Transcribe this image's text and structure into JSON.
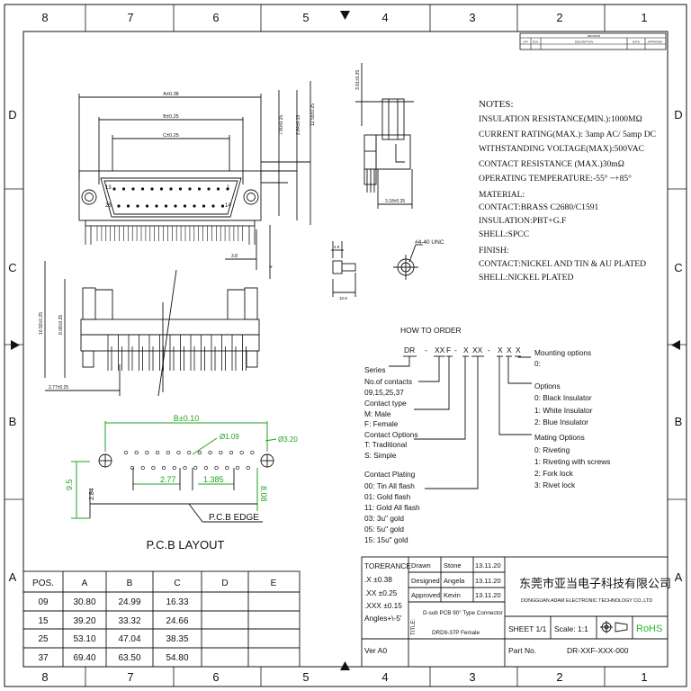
{
  "zones": {
    "cols": [
      "8",
      "7",
      "6",
      "5",
      "4",
      "3",
      "2",
      "1"
    ],
    "rows": [
      "D",
      "C",
      "B",
      "A"
    ]
  },
  "dimensions": {
    "a": "A±0.38",
    "b": "B±0.25",
    "c": "C±0.25",
    "h1": "7.90±0.25",
    "h2": "12.55±0.25",
    "h3": "2.84±0.13",
    "side1": "3.91±0.25",
    "side2": "3.18±0.25",
    "s38": "3.8",
    "s4": "4",
    "v1": "10.92±0.25",
    "v2": "8.08±0.25",
    "bottom": "2.77±0.25",
    "pin13": "13",
    "pin25": "25",
    "pin1": "1",
    "pin14": "14",
    "screw": "#4-40 UNC",
    "scr_a": "4.8",
    "scr_b": "10.8"
  },
  "notes": {
    "title": "NOTES:",
    "lines": [
      "INSULATION RESISTANCE(MIN.):1000MΩ",
      "CURRENT RATING(MAX.): 3amp AC/ 5amp DC",
      "WITHSTANDING VOLTAGE(MAX):500VAC",
      "CONTACT RESISTANCE (MAX.)30mΩ",
      "OPERATING TEMPERATURE:-55° ~+85°",
      "MATERIAL:",
      "CONTACT:BRASS C2680/C1591",
      "INSULATION:PBT+G.F",
      "SHELL:SPCC",
      "FINISH:",
      "CONTACT:NICKEL AND TIN & AU PLATED",
      "SHELL:NICKEL PLATED"
    ]
  },
  "how_to_order": {
    "title": "HOW TO ORDER",
    "code": [
      "DR",
      "-",
      "XX",
      "F",
      "-",
      "X",
      "XX",
      "-",
      "X",
      "X",
      "X"
    ],
    "series": [
      "Series",
      "No.of contacts",
      "09,15,25,37"
    ],
    "contact_type": [
      "Contact type",
      "M: Male",
      "F: Female"
    ],
    "contact_options": [
      "Contact Options",
      "T: Traditional",
      "S: Simple"
    ],
    "plating": [
      "Contact Plating",
      "00: Tin All flash",
      "01: Gold flash",
      "11: Gold All flash",
      "03: 3u\" gold",
      "05: 5u\" gold",
      "15: 15u\" gold"
    ],
    "mounting": [
      "Mounting options",
      "0:"
    ],
    "options": [
      "Options",
      "0: Black Insulator",
      "1: White Insulator",
      "2: Blue Insulator"
    ],
    "mating": [
      "Mating Options",
      "0: Riveting",
      "1: Riveting with screws",
      "2: Fork lock",
      "3: Rivet lock"
    ]
  },
  "pcb": {
    "title": "P.C.B LAYOUT",
    "edge": "P.C.B EDGE",
    "b": "B±0.10",
    "hole1": "Ø1.09",
    "hole2": "Ø3.20",
    "d95": "9.5",
    "d284": "2.84",
    "d277": "2.77",
    "d1385": "1.385",
    "d808": "8.08"
  },
  "revision": {
    "header": "REVISION",
    "cols": [
      "LTR",
      "ECN",
      "DESCRIPTION",
      "DATE",
      "APPROVED"
    ]
  },
  "table": {
    "headers": [
      "POS.",
      "A",
      "B",
      "C",
      "D",
      "E"
    ],
    "rows": [
      [
        "09",
        "30.80",
        "24.99",
        "16.33",
        "",
        ""
      ],
      [
        "15",
        "39.20",
        "33.32",
        "24.66",
        "",
        ""
      ],
      [
        "25",
        "53.10",
        "47.04",
        "38.35",
        "",
        ""
      ],
      [
        "37",
        "69.40",
        "63.50",
        "54.80",
        "",
        ""
      ]
    ]
  },
  "title_block": {
    "tolerance": "TORERANCE",
    "tol1": ".X    ±0.38",
    "tol2": ".XX    ±0.25",
    "tol3": ".XXX  ±0.15",
    "tol4": "Angles+\\-5'",
    "drawn": "Drawn",
    "drawn_name": "Stone",
    "drawn_date": "13.11.20",
    "designed": "Designed",
    "designed_name": "Angela",
    "designed_date": "13.11.20",
    "approved": "Approved",
    "approved_name": "Kevin",
    "approved_date": "13.11.20",
    "title_label": "TITLE:",
    "title1": "D-sub PCB 90° Type Connector",
    "title2": "DRD9-37P Female",
    "company_cn": "东莞市亚当电子科技有限公司",
    "company_en": "DONGGUAN ADAM ELECTRONIC TECHNOLOGY CO.,LTD",
    "sheet": "SHEET 1/1",
    "scale": "Scale: 1:1",
    "rohs": "RoHS",
    "ver": "Ver A0",
    "part_no_label": "Part No.",
    "part_no": "DR-XXF-XXX-000"
  },
  "colors": {
    "line": "#111111",
    "green": "#1fa31f",
    "rohs": "#2cb62c"
  }
}
